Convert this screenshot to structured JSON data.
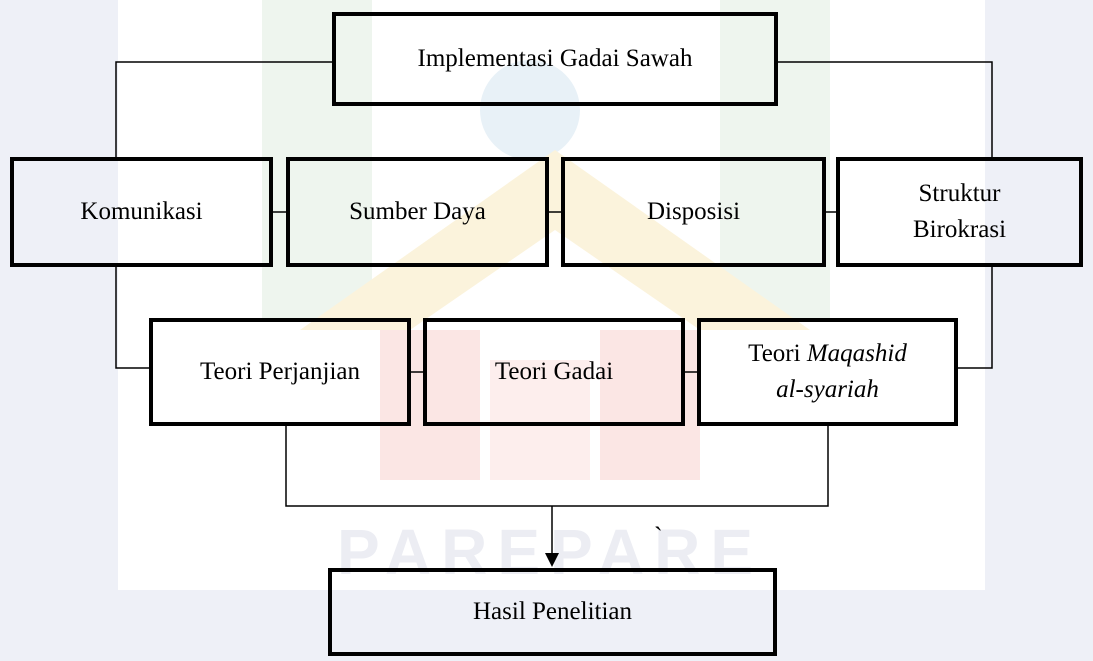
{
  "diagram": {
    "top": "Implementasi Gadai Sawah",
    "factors": {
      "komunikasi": "Komunikasi",
      "sumber_daya": "Sumber Daya",
      "disposisi": "Disposisi",
      "struktur_line1": "Struktur",
      "struktur_line2": "Birokrasi"
    },
    "theories": {
      "perjanjian": "Teori Perjanjian",
      "gadai": "Teori Gadai",
      "maqashid_prefix": "Teori ",
      "maqashid_italic1": "Maqashid",
      "maqashid_italic2": "al-syariah"
    },
    "stray_mark": "`",
    "result": "Hasil Penelitian"
  },
  "watermark": {
    "text": "PAREPARE"
  },
  "colors": {
    "border": "#000000",
    "watermark_blue": "#eef0f7",
    "watermark_green": "#eef5ee",
    "watermark_gold": "#fbf3dc",
    "watermark_red": "#fbe6e4"
  }
}
